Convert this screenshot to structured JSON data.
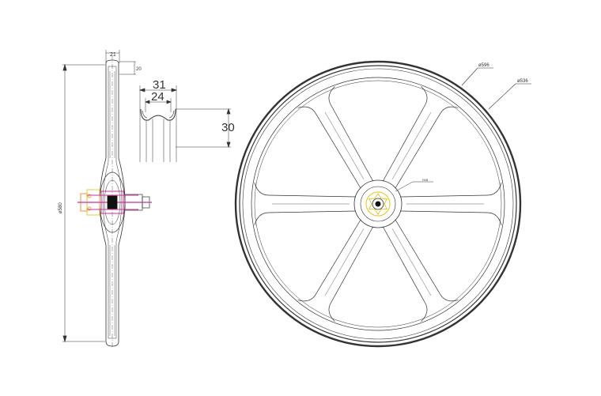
{
  "colors": {
    "line": "#333333",
    "thin": "#555555",
    "hub_pink": "#cc2fa0",
    "hub_orange": "#e58a1c",
    "hub_yellow": "#e3c51b",
    "hub_dark": "#111111"
  },
  "side_view": {
    "width_top": "21",
    "rim_depth": "20",
    "overall_diameter": "ø580"
  },
  "rim_section": {
    "outer_width": "31",
    "inner_width": "24",
    "height": "30"
  },
  "front_view": {
    "outer_diameter": "ø596",
    "inner_diameter": "ø536",
    "hub_label": "HUB",
    "spoke_count": 6
  }
}
